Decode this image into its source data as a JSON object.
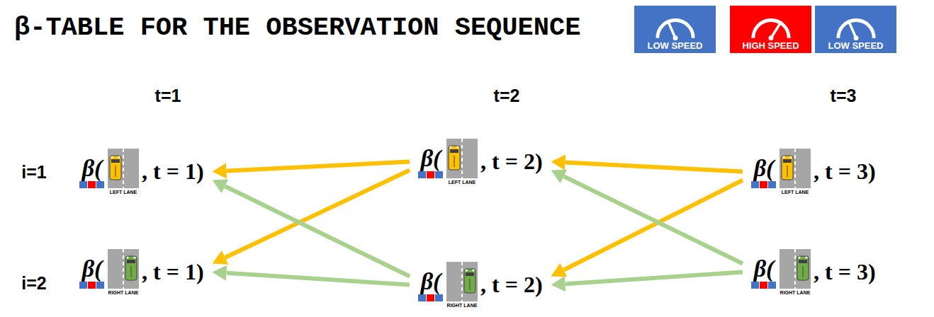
{
  "diagram": {
    "title": "β-TABLE FOR THE OBSERVATION SEQUENCE",
    "nodes": [
      {
        "text": [
          "β(",
          ", t = 1)",
          "LEFT LANE"
        ]
      },
      {
        "text": [
          "β(",
          ", t = 2)",
          "LEFT LANE"
        ]
      },
      {
        "text": [
          "β(",
          ", t = 3)",
          "LEFT LANE"
        ]
      },
      {
        "text": [
          "β(",
          ", t = 1)",
          "RIGHT LANE"
        ]
      },
      {
        "text": [
          "β(",
          ", t = 2)",
          "RIGHT LANE"
        ]
      },
      {
        "text": [
          "β(",
          ", t = 3)",
          "RIGHT LANE"
        ]
      }
    ],
    "edges": [
      {
        "from": 1,
        "to": 0,
        "arrow": "to"
      },
      {
        "from": 1,
        "to": 3,
        "arrow": "to"
      },
      {
        "from": 4,
        "to": 0,
        "arrow": "to"
      },
      {
        "from": 4,
        "to": 3,
        "arrow": "to"
      },
      {
        "from": 2,
        "to": 1,
        "arrow": "to"
      },
      {
        "from": 2,
        "to": 4,
        "arrow": "to"
      },
      {
        "from": 5,
        "to": 1,
        "arrow": "to"
      },
      {
        "from": 5,
        "to": 4,
        "arrow": "to"
      }
    ],
    "labels": [
      "LOW SPEED",
      "HIGH SPEED",
      "LOW SPEED",
      "t=1",
      "t=2",
      "t=3",
      "i=1",
      "i=2"
    ]
  }
}
